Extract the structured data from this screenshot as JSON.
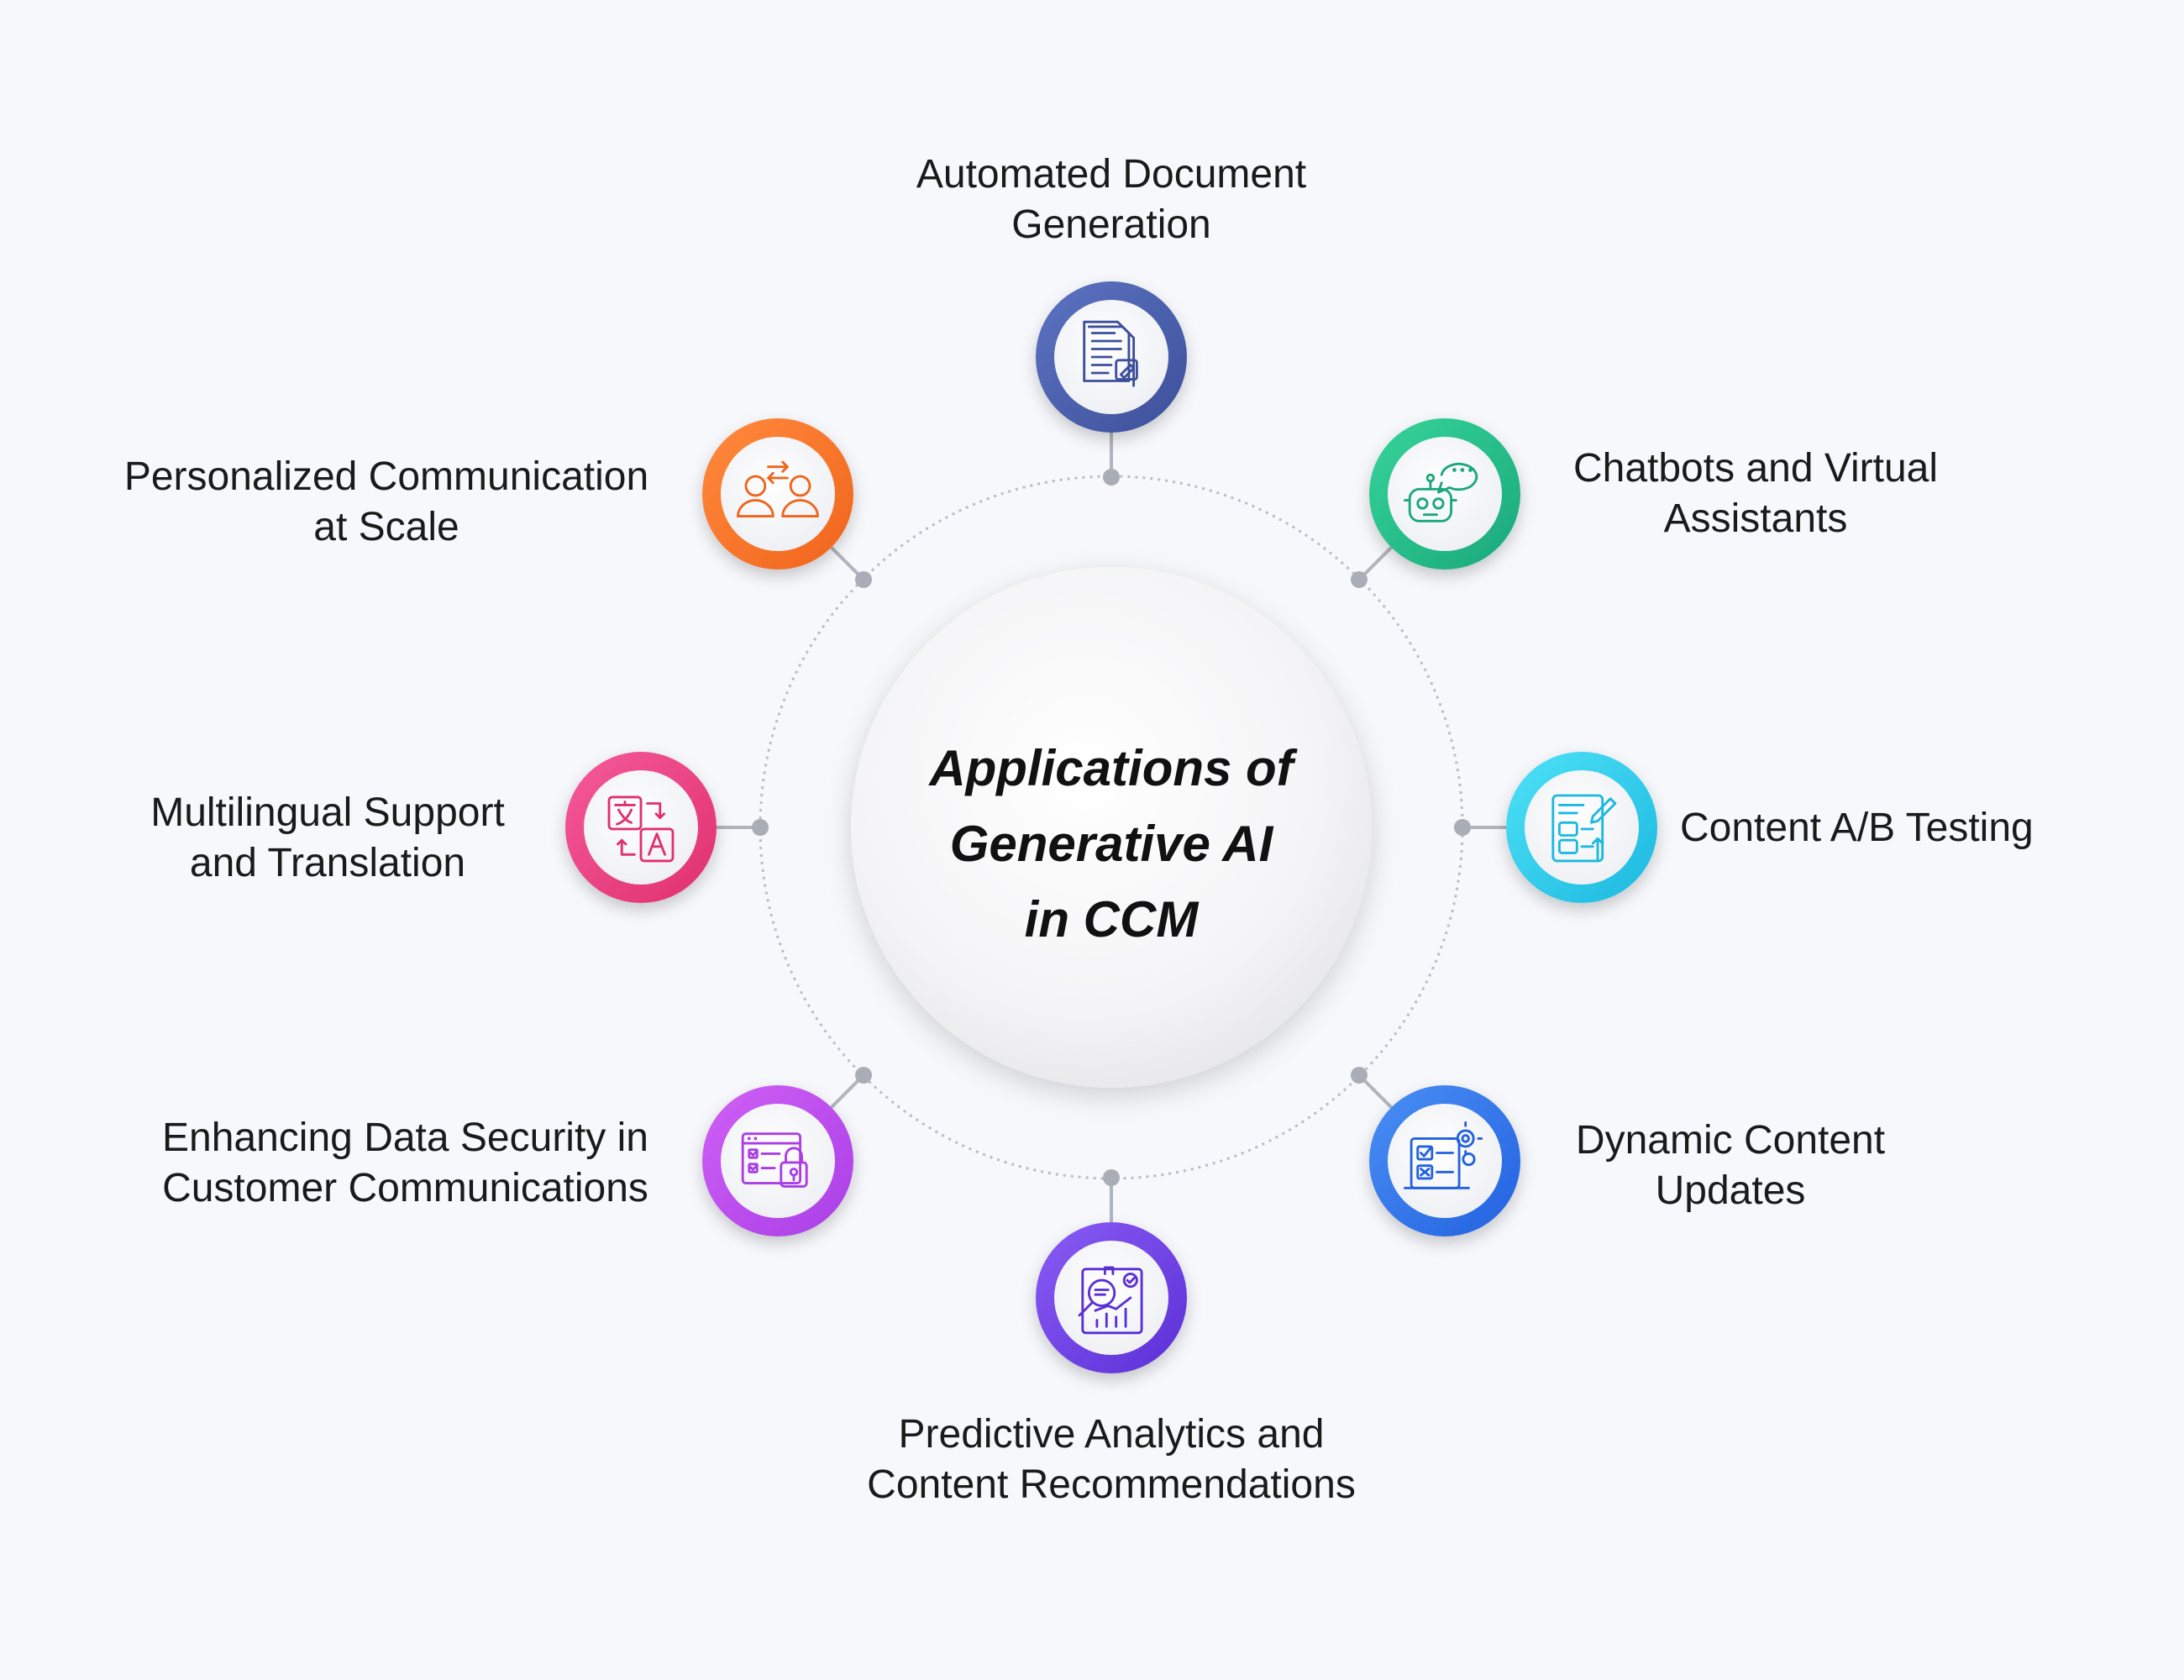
{
  "center_title": {
    "line1": "Applications of",
    "line2": "Generative AI",
    "line3": "in CCM"
  },
  "items": [
    {
      "id": "automated-document-generation",
      "line1": "Automated Document",
      "line2": "Generation",
      "icon": "document-edit-icon",
      "color_start": "#5c74c2",
      "color_end": "#3d4f9a"
    },
    {
      "id": "chatbots-virtual-assistants",
      "line1": "Chatbots and Virtual",
      "line2": "Assistants",
      "icon": "chatbot-icon",
      "color_start": "#36d49a",
      "color_end": "#1aa87a"
    },
    {
      "id": "content-ab-testing",
      "line1": "Content A/B Testing",
      "line2": "",
      "icon": "ab-test-icon",
      "color_start": "#4ee2f7",
      "color_end": "#1cb8e0"
    },
    {
      "id": "dynamic-content-updates",
      "line1": "Dynamic Content",
      "line2": "Updates",
      "icon": "dynamic-content-icon",
      "color_start": "#4a8ff5",
      "color_end": "#2361e0"
    },
    {
      "id": "predictive-analytics",
      "line1": "Predictive Analytics and",
      "line2": "Content Recommendations",
      "icon": "analytics-icon",
      "color_start": "#8a5cf5",
      "color_end": "#5a2fd6"
    },
    {
      "id": "data-security",
      "line1": "Enhancing Data Security in",
      "line2": "Customer Communications",
      "icon": "secure-data-icon",
      "color_start": "#d060f5",
      "color_end": "#a93ee6"
    },
    {
      "id": "multilingual-support",
      "line1": "Multilingual Support",
      "line2": "and Translation",
      "icon": "translation-icon",
      "color_start": "#f55a9a",
      "color_end": "#e0306e"
    },
    {
      "id": "personalized-communication",
      "line1": "Personalized Communication",
      "line2": "at Scale",
      "icon": "users-exchange-icon",
      "color_start": "#ff8a3d",
      "color_end": "#f0641c"
    }
  ]
}
